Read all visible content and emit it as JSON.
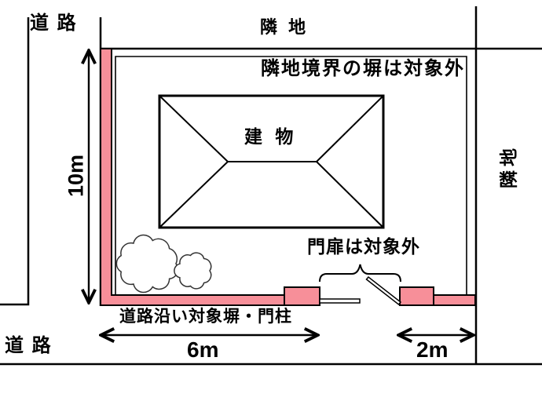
{
  "areas": {
    "road_top_left": "道 路",
    "road_bottom_left": "道 路",
    "adjacent_land_top": "隣 地",
    "adjacent_land_right": "隣地",
    "building": "建 物"
  },
  "notes": {
    "boundary_wall": "隣地境界の塀は対象外",
    "gate_door": "門扉は対象外",
    "road_wall": "道路沿い対象塀・門柱"
  },
  "dimensions": {
    "plot_left_height": "10m",
    "front_wall_length": "6m",
    "right_wall_length": "2m"
  },
  "colors": {
    "wall_highlight": "#f78f99",
    "line": "#000000",
    "background": "#ffffff"
  }
}
